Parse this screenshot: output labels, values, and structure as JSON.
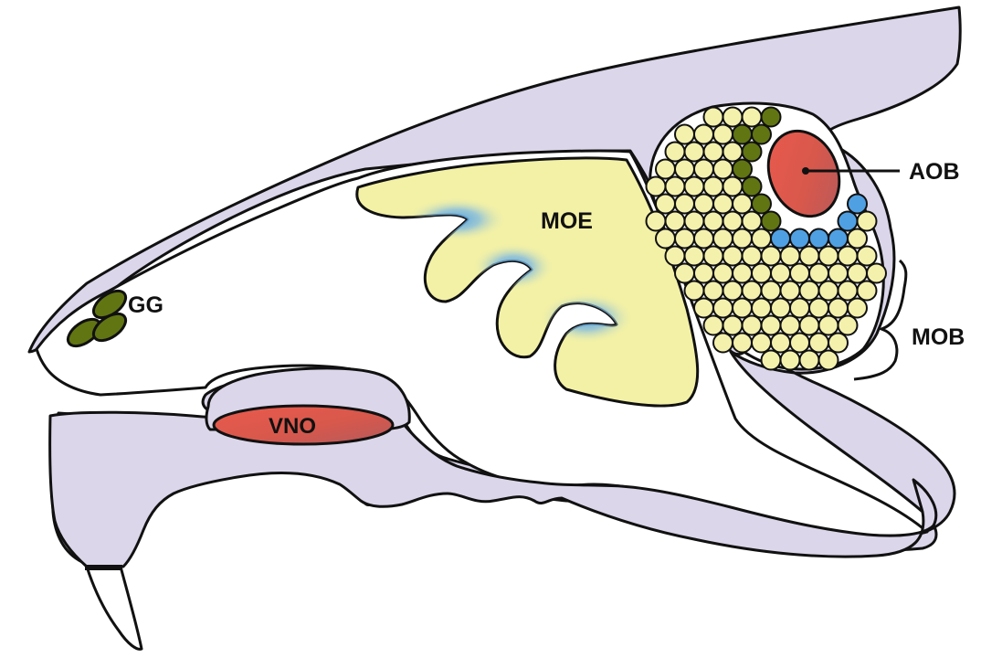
{
  "labels": {
    "gg": "GG",
    "moe": "MOE",
    "vno": "VNO",
    "aob": "AOB",
    "mob": "MOB"
  },
  "colors": {
    "bone": "#dcd6ea",
    "outline": "#111111",
    "moe_fill": "#f3f1a6",
    "moe_highlight": "#5aa7dc",
    "vno_fill": "#e0574a",
    "aob_fill": "#e0574a",
    "gg_fill": "#617512",
    "mob_glomeruli": "#f4f1ac",
    "aob_glomeruli_blue": "#4fa0e3",
    "aob_glomeruli_green": "#617512",
    "tooth": "#ffffff",
    "background": "#ffffff"
  }
}
